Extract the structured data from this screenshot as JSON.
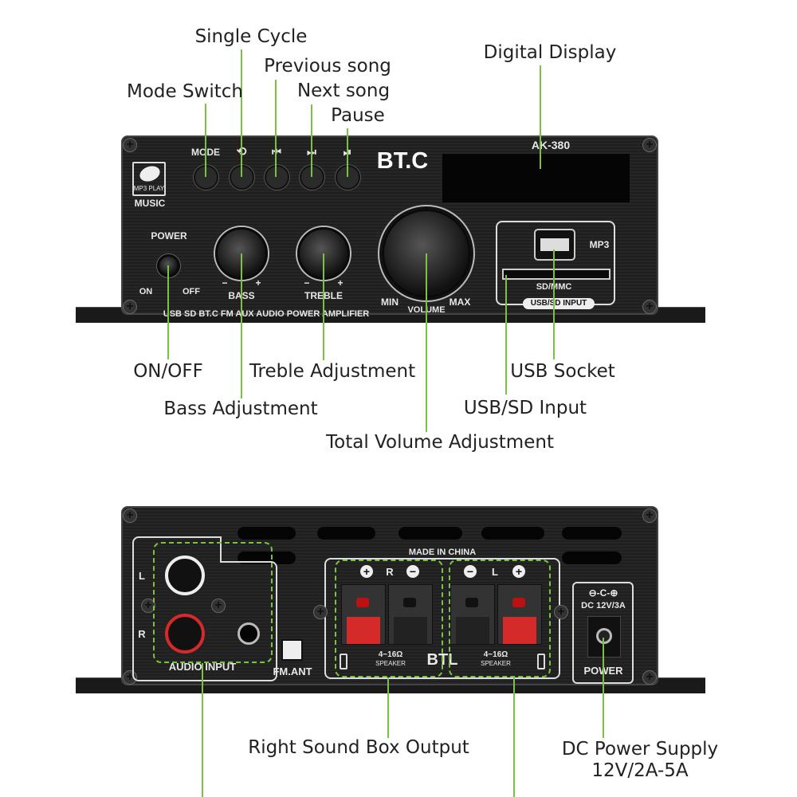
{
  "callouts_top": {
    "single_cycle": "Single Cycle",
    "previous_song": "Previous song",
    "mode_switch": "Mode Switch",
    "next_song": "Next song",
    "pause": "Pause",
    "digital_display": "Digital Display",
    "on_off": "ON/OFF",
    "treble_adjustment": "Treble Adjustment",
    "bass_adjustment": "Bass Adjustment",
    "usb_socket": "USB Socket",
    "usb_sd_input": "USB/SD Input",
    "total_volume": "Total Volume Adjustment"
  },
  "front_panel": {
    "mode": "MODE",
    "icons": [
      "repeat-icon",
      "previous-icon",
      "next-icon",
      "play-pause-icon"
    ],
    "icon_glyphs": [
      "⟲",
      "⏮",
      "⏭",
      "⏯"
    ],
    "brand": "BT.C",
    "model": "AK-380",
    "logo_text": "MP3 PLAY",
    "music": "MUSIC",
    "power": "POWER",
    "on": "ON",
    "off": "OFF",
    "bass": "BASS",
    "treble": "TREBLE",
    "minus": "−",
    "plus": "+",
    "min": "MIN",
    "max": "MAX",
    "volume": "VOLUME",
    "mp3": "MP3",
    "sd_mmc": "SD/MMC",
    "usb_sd_input": "USB/SD INPUT",
    "footer": "USB SD BT.C FM AUX AUDIO POWER AMPLIFIER"
  },
  "back_panel": {
    "l": "L",
    "r": "R",
    "audio_input": "AUDIO INPUT",
    "fm_ant": "FM.ANT",
    "made_in_china": "MADE IN CHINA",
    "plus": "+",
    "minus": "−",
    "impedance": "4~16Ω",
    "speaker": "SPEAKER",
    "btl": "BTL",
    "dc_polarity": "⊖-C-⊕",
    "dc_rating": "DC 12V/3A",
    "power": "POWER"
  },
  "callouts_bottom": {
    "right_output": "Right Sound Box Output",
    "dc_supply": "DC Power Supply",
    "dc_range": "12V/2A-5A"
  },
  "colors": {
    "leader": "#7cc142",
    "panel": "#222222",
    "red": "#d42a2a"
  }
}
